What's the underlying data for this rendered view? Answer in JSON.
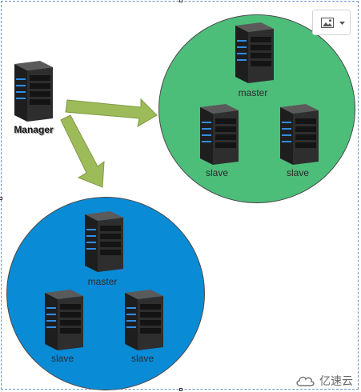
{
  "nodes": {
    "manager": "Manager",
    "green_master": "master",
    "green_slave_left": "slave",
    "green_slave_right": "slave",
    "blue_master": "master",
    "blue_slave_left": "slave",
    "blue_slave_right": "slave"
  },
  "colors": {
    "green_cluster": "#4dbd7a",
    "blue_cluster": "#0a8bd6",
    "arrow": "#9dbb59",
    "server_body": "#2c2c2c",
    "server_led": "#2f8de8"
  },
  "toolbar": {
    "image_icon": "image-icon",
    "dropdown_icon": "chevron-down-icon"
  },
  "watermark": {
    "text": "亿速云"
  }
}
